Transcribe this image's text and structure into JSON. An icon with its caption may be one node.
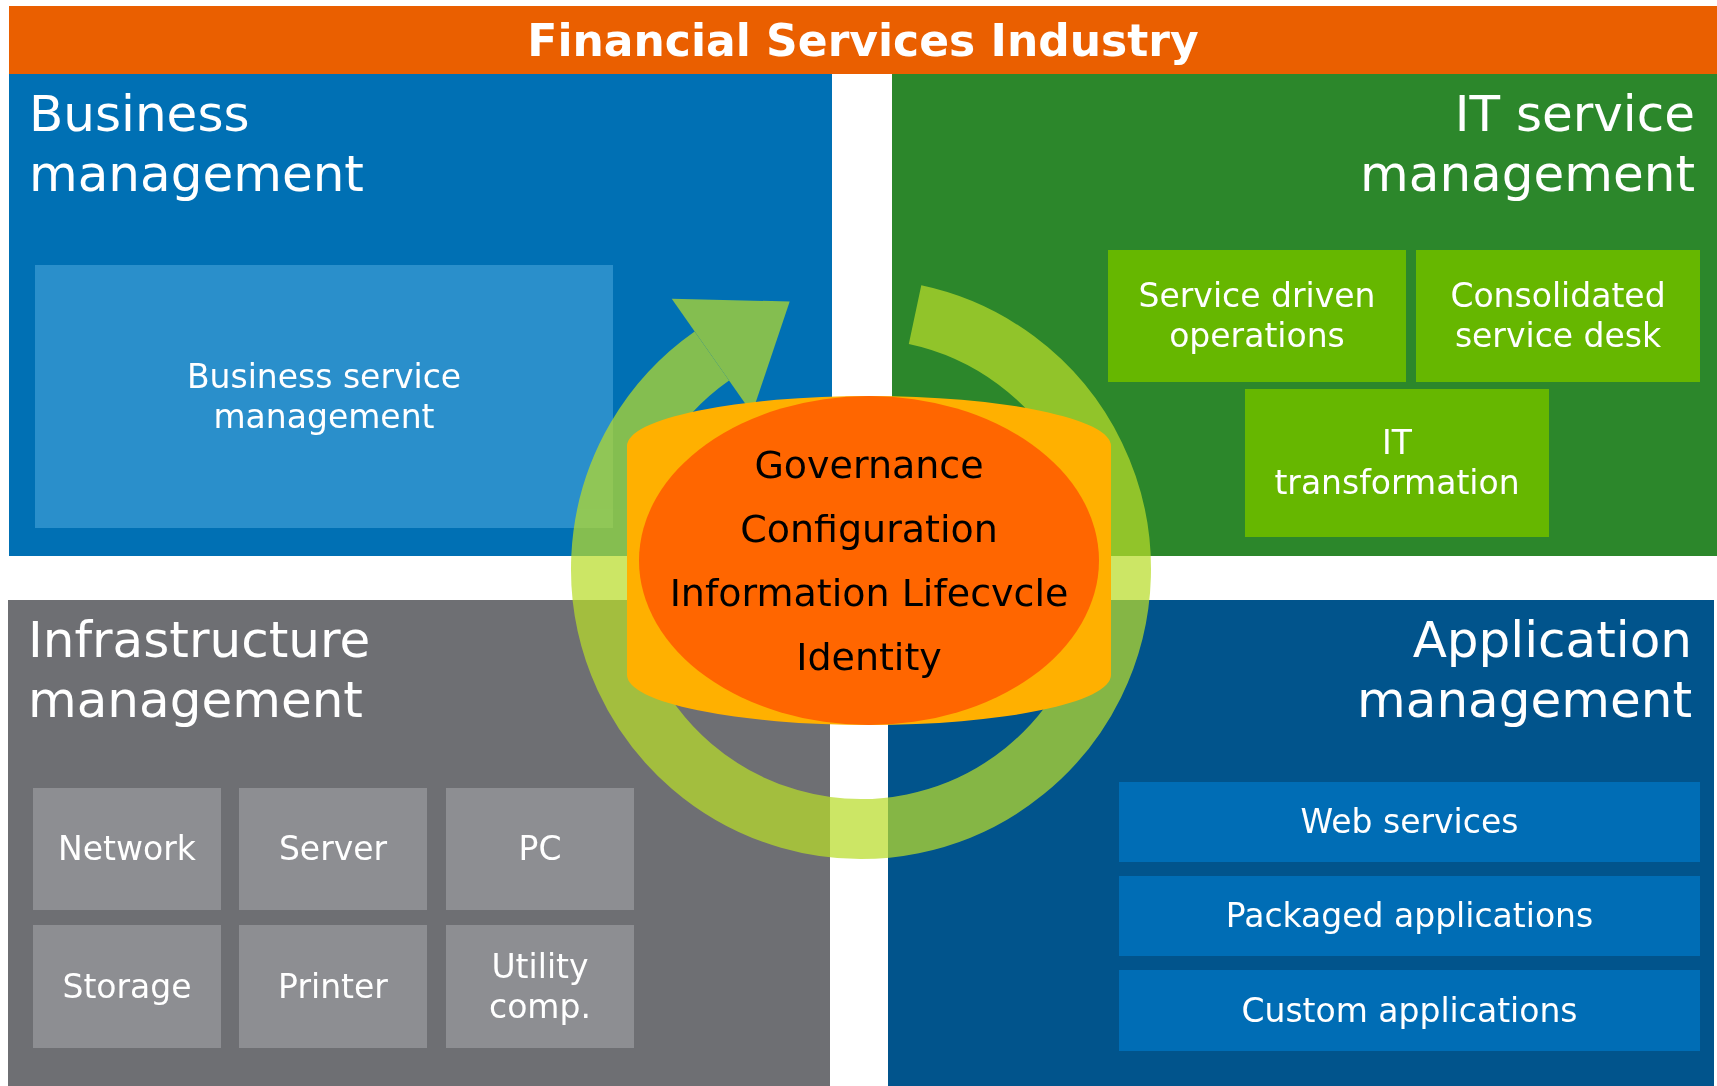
{
  "diagram": {
    "title": "Financial Services Industry",
    "nodes": [
      {
        "text": [
          "Business management"
        ]
      },
      {
        "text": [
          "Business service management"
        ],
        "in": 0
      },
      {
        "text": [
          "IT service management"
        ]
      },
      {
        "text": [
          "Service driven operations"
        ],
        "in": 2
      },
      {
        "text": [
          "Consolidated service desk"
        ],
        "in": 2
      },
      {
        "text": [
          "IT transformation"
        ],
        "in": 2
      },
      {
        "text": [
          "Infrastructure management"
        ]
      },
      {
        "text": [
          "Network"
        ],
        "in": 6
      },
      {
        "text": [
          "Server"
        ],
        "in": 6
      },
      {
        "text": [
          "PC"
        ],
        "in": 6
      },
      {
        "text": [
          "Storage"
        ],
        "in": 6
      },
      {
        "text": [
          "Printer"
        ],
        "in": 6
      },
      {
        "text": [
          "Utility comp."
        ],
        "in": 6
      },
      {
        "text": [
          "Application management"
        ]
      },
      {
        "text": [
          "Web services"
        ],
        "in": 13
      },
      {
        "text": [
          "Packaged applications"
        ],
        "in": 13
      },
      {
        "text": [
          "Custom applications"
        ],
        "in": 13
      },
      {
        "text": [
          "Governance",
          "Configuration",
          "Information Lifecvcle",
          "Identity"
        ]
      }
    ],
    "edges": []
  }
}
